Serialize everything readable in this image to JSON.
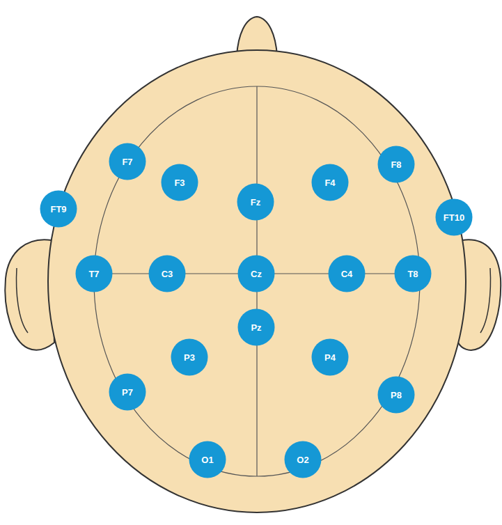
{
  "diagram": {
    "nodes": [
      {
        "text": [
          "F7"
        ]
      },
      {
        "text": [
          "F3"
        ]
      },
      {
        "text": [
          "Fz"
        ]
      },
      {
        "text": [
          "F4"
        ]
      },
      {
        "text": [
          "F8"
        ]
      },
      {
        "text": [
          "FT9"
        ]
      },
      {
        "text": [
          "FT10"
        ]
      },
      {
        "text": [
          "T7"
        ]
      },
      {
        "text": [
          "C3"
        ]
      },
      {
        "text": [
          "Cz"
        ]
      },
      {
        "text": [
          "C4"
        ]
      },
      {
        "text": [
          "T8"
        ]
      },
      {
        "text": [
          "P3"
        ]
      },
      {
        "text": [
          "Pz"
        ]
      },
      {
        "text": [
          "P4"
        ]
      },
      {
        "text": [
          "P7"
        ]
      },
      {
        "text": [
          "P8"
        ]
      },
      {
        "text": [
          "O1"
        ]
      },
      {
        "text": [
          "O2"
        ]
      }
    ]
  }
}
